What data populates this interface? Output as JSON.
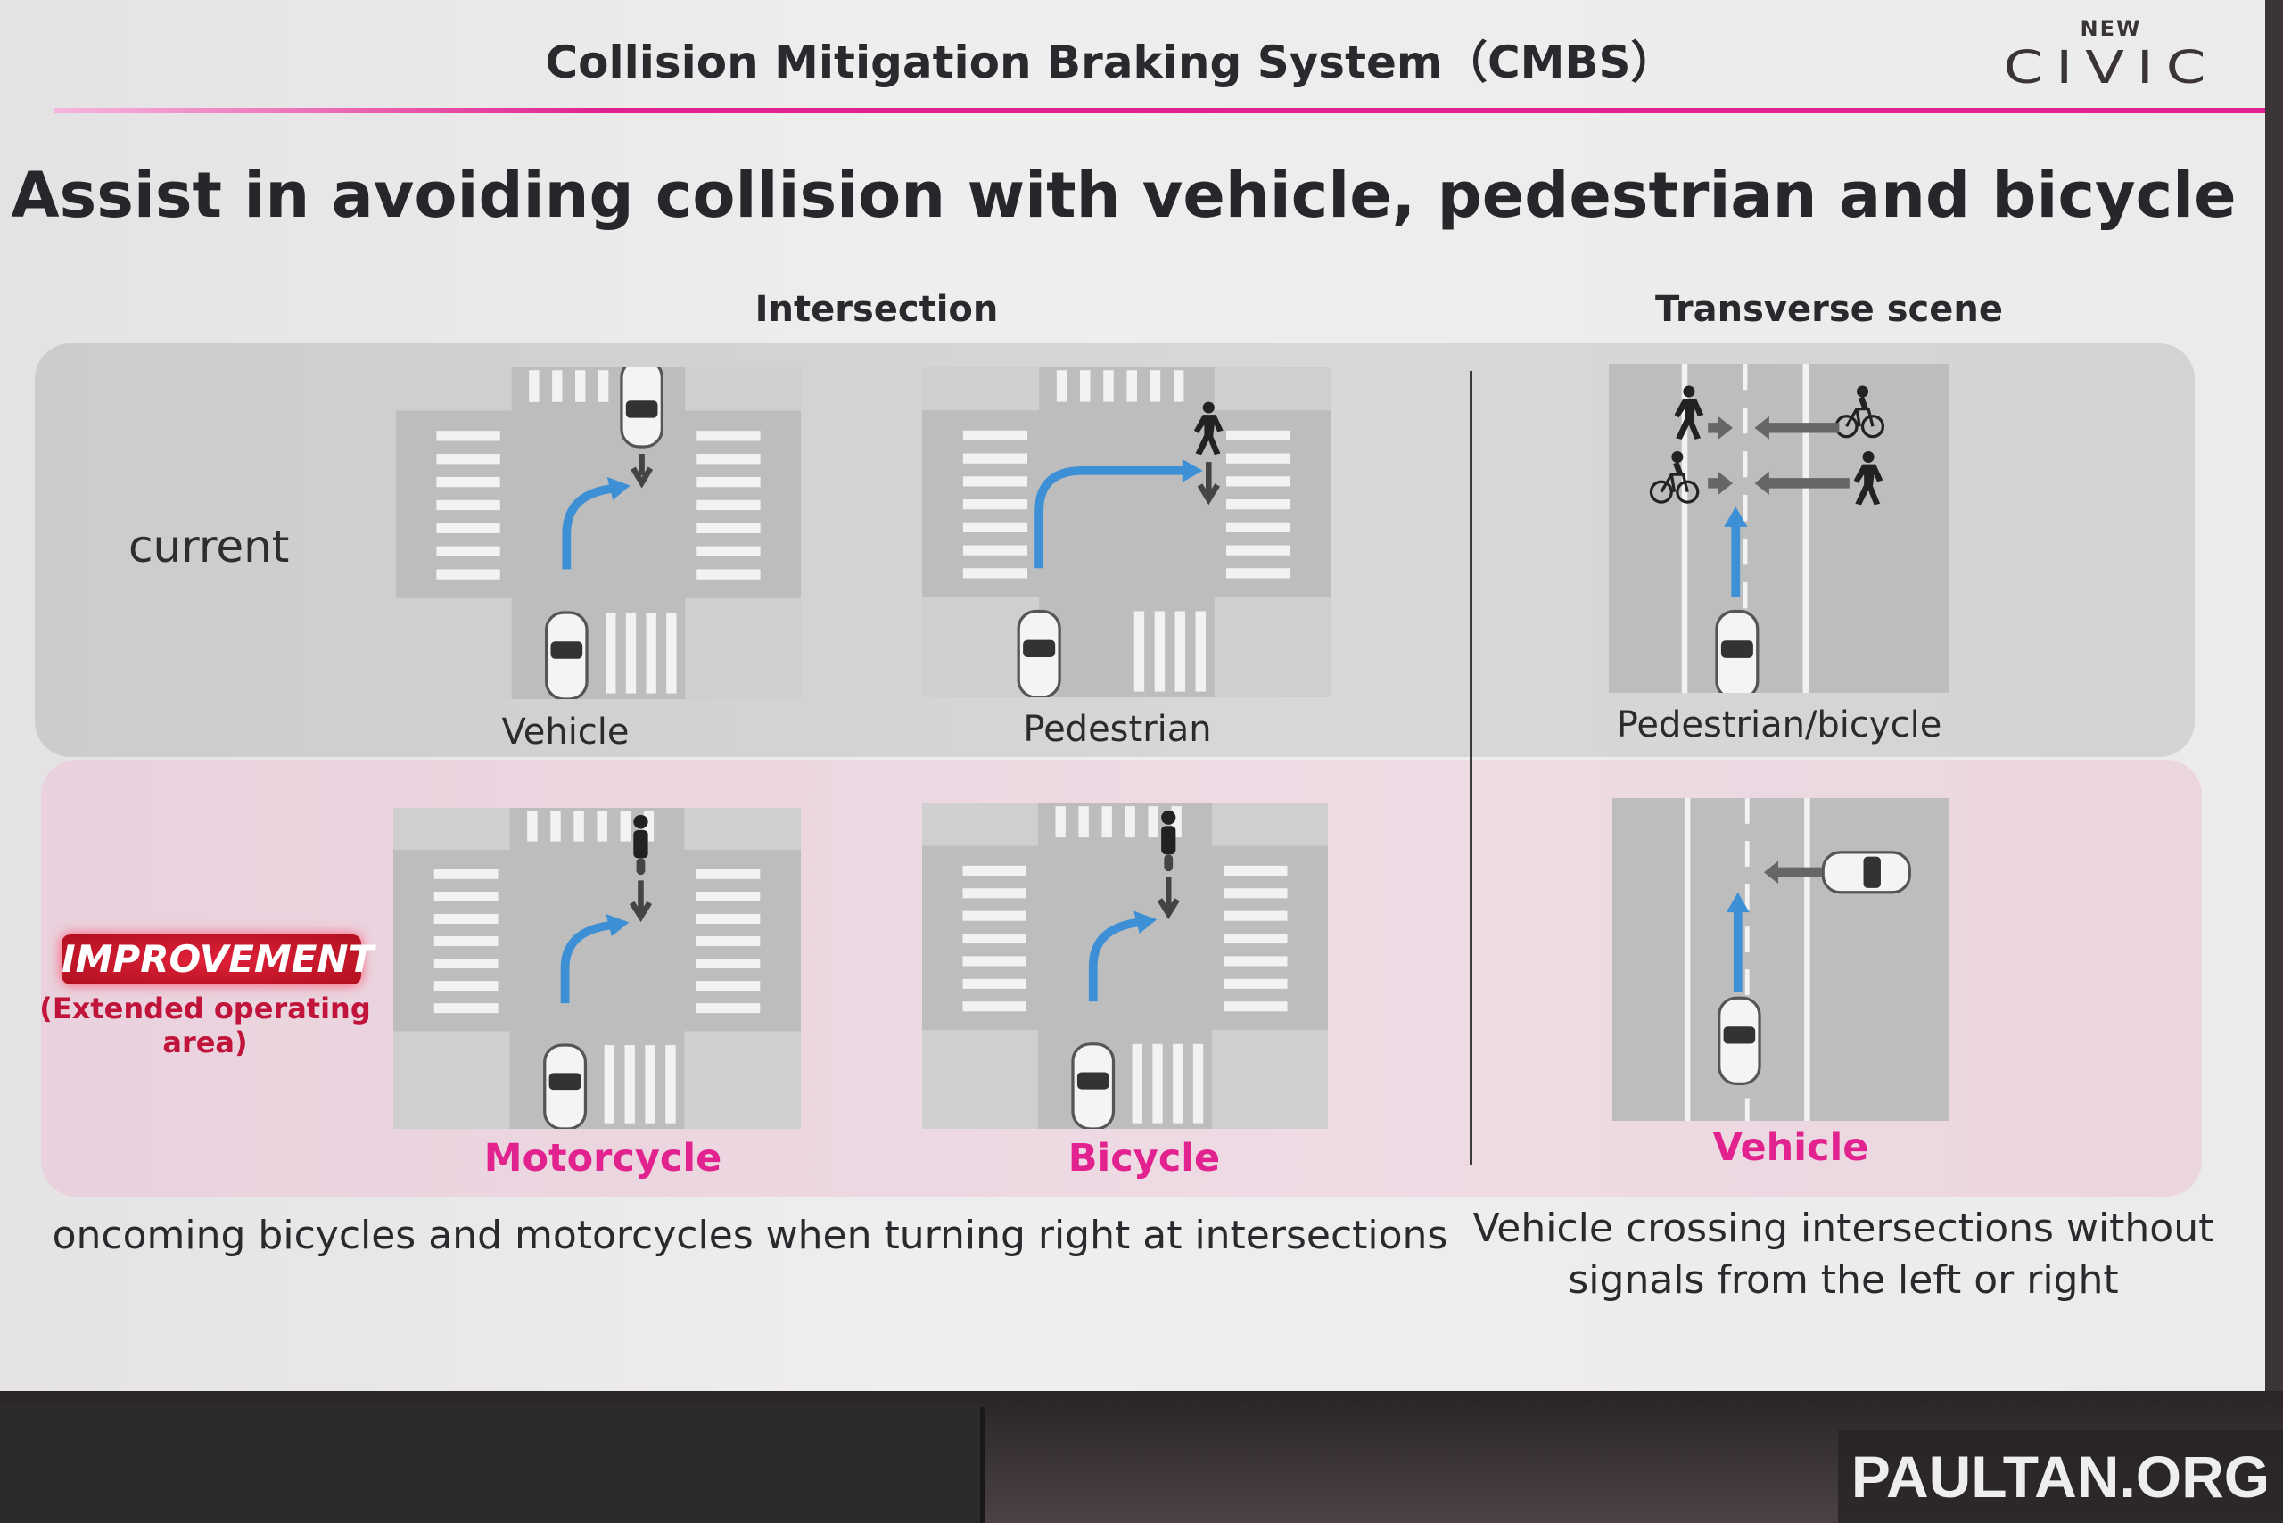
{
  "header": {
    "title": "Collision Mitigation Braking System（CMBS）",
    "logo_small": "NEW",
    "logo_main": "CIVIC"
  },
  "main_title": "Assist in avoiding collision with vehicle, pedestrian and bicycle",
  "sections": {
    "intersection": "Intersection",
    "transverse": "Transverse scene"
  },
  "rows": {
    "current": "current",
    "improvement": "IMPROVEMENT",
    "improvement_note": "(Extended operating area)"
  },
  "diagrams": {
    "vehicle": "Vehicle",
    "pedestrian": "Pedestrian",
    "pedestrian_bicycle": "Pedestrian/bicycle",
    "motorcycle": "Motorcycle",
    "bicycle": "Bicycle",
    "transverse_vehicle": "Vehicle"
  },
  "captions": {
    "intersection": "oncoming bicycles and motorcycles when turning right at intersections",
    "transverse_line1": "Vehicle crossing intersections without",
    "transverse_line2": "signals from the left or right"
  },
  "watermark": "PAULTAN.ORG",
  "colors": {
    "accent_pink": "#e2238f",
    "arrow_blue": "#3d8fd6",
    "badge_red": "#c8152c"
  }
}
